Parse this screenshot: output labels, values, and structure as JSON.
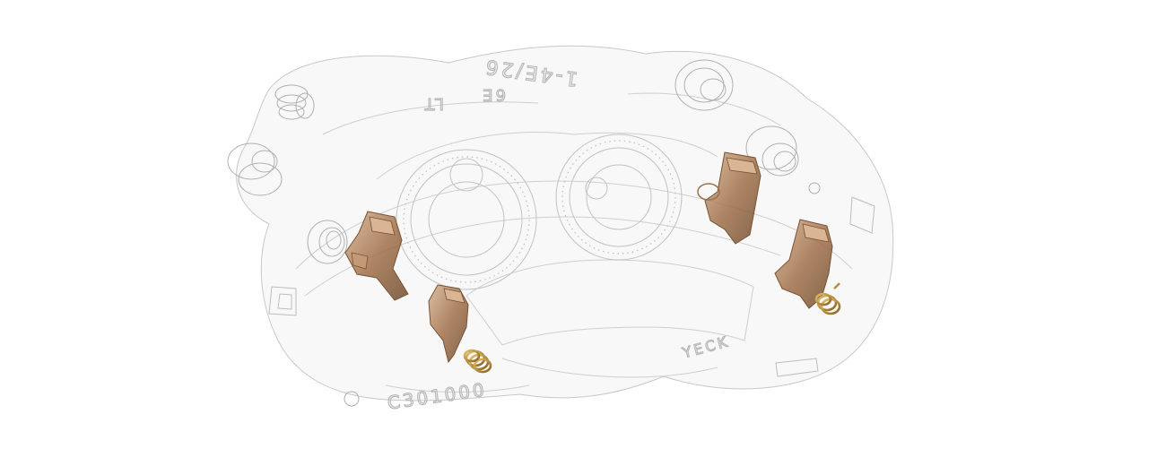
{
  "scene": {
    "background": "#ffffff",
    "ghost_line_color": "#c8c8c8",
    "ghost_fill_color": "#f4f4f4",
    "hardware_color": "#a0714a",
    "hardware_highlight": "#d7b391",
    "spring_color": "#b8892f"
  },
  "caliper": {
    "engravings": {
      "top_code": "1-4E/26",
      "top_mark_a": "LT",
      "top_mark_b": "6E",
      "bottom_code": "C301000",
      "bottom_right_mark": "YECK"
    }
  },
  "hardware": {
    "clips": [
      {
        "name": "left-upper-clip",
        "has_spring": false
      },
      {
        "name": "left-lower-clip",
        "has_spring": true
      },
      {
        "name": "right-upper-clip",
        "has_spring": false
      },
      {
        "name": "right-lower-clip",
        "has_spring": true
      }
    ]
  }
}
